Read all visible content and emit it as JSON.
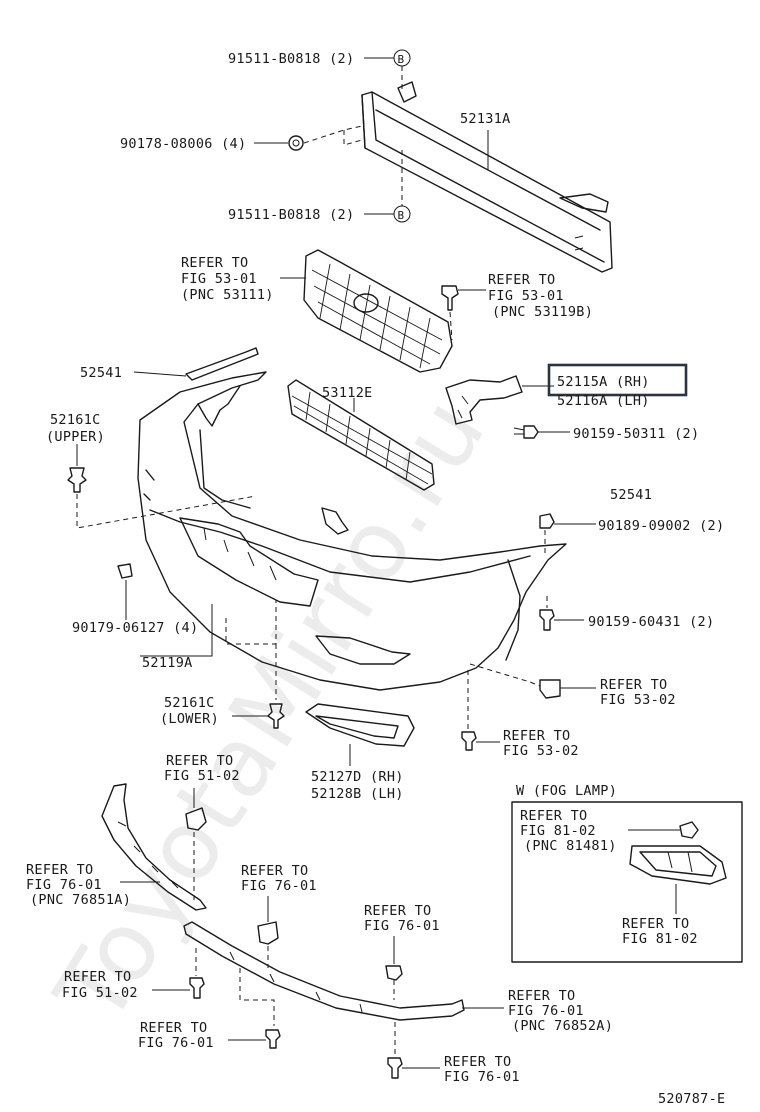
{
  "watermark": "ToyotaMirro.ru",
  "diagram_id": "520787-E",
  "callouts": {
    "bolt_top": "91511-B0818 (2)",
    "nut_4": "90178-08006 (4)",
    "reinforcement": "52131A",
    "bolt_bottom": "91511-B0818 (2)",
    "grille_ref_1": "REFER TO",
    "grille_ref_2": "FIG 53-01",
    "grille_ref_3": "(PNC 53111)",
    "emblem_ref_1": "REFER TO",
    "emblem_ref_2": "FIG 53-01",
    "emblem_ref_3": "(PNC 53119B)",
    "molding_upper": "52541",
    "lower_grille": "53112E",
    "bracket_rh": "52115A (RH)",
    "bracket_lh": "52116A (LH)",
    "clip_upper_1": "52161C",
    "clip_upper_2": "(UPPER)",
    "screw_50311": "90159-50311 (2)",
    "molding_right": "52541",
    "clip_90189": "90189-09002 (2)",
    "clip_06127": "90179-06127 (4)",
    "screw_60431": "90159-60431 (2)",
    "bumper_cover": "52119A",
    "ref_53_02_a_1": "REFER TO",
    "ref_53_02_a_2": "FIG 53-02",
    "clip_lower_1": "52161C",
    "clip_lower_2": "(LOWER)",
    "ref_53_02_b_1": "REFER TO",
    "ref_53_02_b_2": "FIG 53-02",
    "fog_cover_rh": "52127D (RH)",
    "fog_cover_lh": "52128B (LH)",
    "ref_51_02_a_1": "REFER TO",
    "ref_51_02_a_2": "FIG 51-02",
    "fog_title": "W (FOG LAMP)",
    "fog_ref_bulb_1": "REFER TO",
    "fog_ref_bulb_2": "FIG 81-02",
    "fog_ref_bulb_3": "(PNC 81481)",
    "fog_ref_lamp_1": "REFER TO",
    "fog_ref_lamp_2": "FIG 81-02",
    "ref_76_a_1": "REFER TO",
    "ref_76_a_2": "FIG 76-01",
    "ref_76_a_3": "(PNC 76851A)",
    "ref_76_b_1": "REFER TO",
    "ref_76_b_2": "FIG 76-01",
    "ref_76_c_1": "REFER TO",
    "ref_76_c_2": "FIG 76-01",
    "ref_51_02_b_1": "REFER TO",
    "ref_51_02_b_2": "FIG 51-02",
    "ref_76_d_1": "REFER TO",
    "ref_76_d_2": "FIG 76-01",
    "ref_76_d_3": "(PNC 76852A)",
    "ref_76_e_1": "REFER TO",
    "ref_76_e_2": "FIG 76-01",
    "ref_76_f_1": "REFER TO",
    "ref_76_f_2": "FIG 76-01"
  },
  "symbols": {
    "bolt_marker": "B"
  }
}
